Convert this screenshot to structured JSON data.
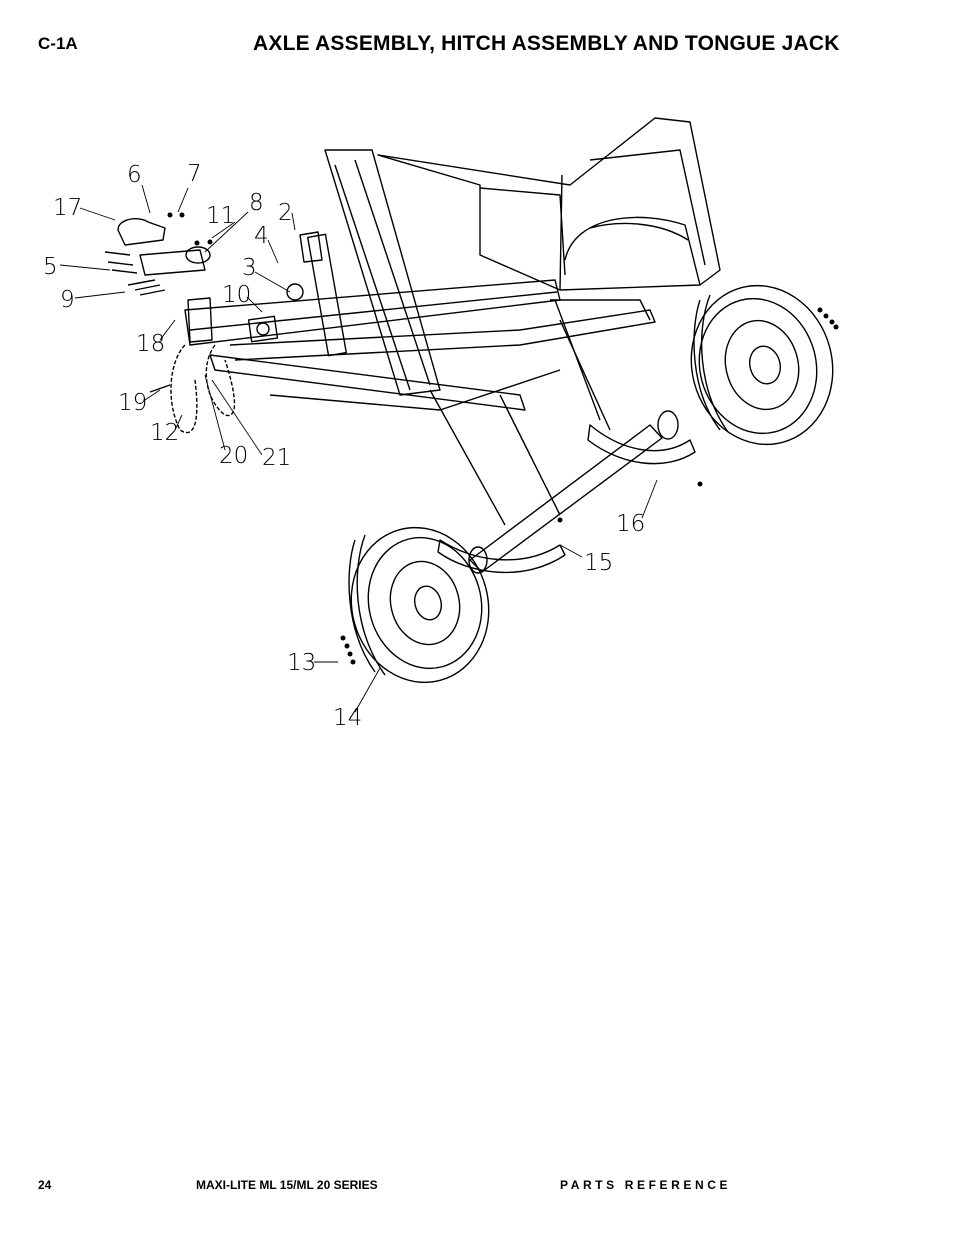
{
  "header": {
    "section_code": "C-1A",
    "title": "AXLE ASSEMBLY, HITCH ASSEMBLY AND TONGUE JACK"
  },
  "diagram": {
    "callouts": [
      "6",
      "7",
      "17",
      "8",
      "11",
      "2",
      "4",
      "5",
      "3",
      "9",
      "10",
      "18",
      "19",
      "12",
      "20",
      "21",
      "16",
      "15",
      "13",
      "14"
    ]
  },
  "footer": {
    "page_number": "24",
    "series": "MAXI-LITE ML 15/ML 20 SERIES",
    "reference": "PARTS REFERENCE"
  }
}
